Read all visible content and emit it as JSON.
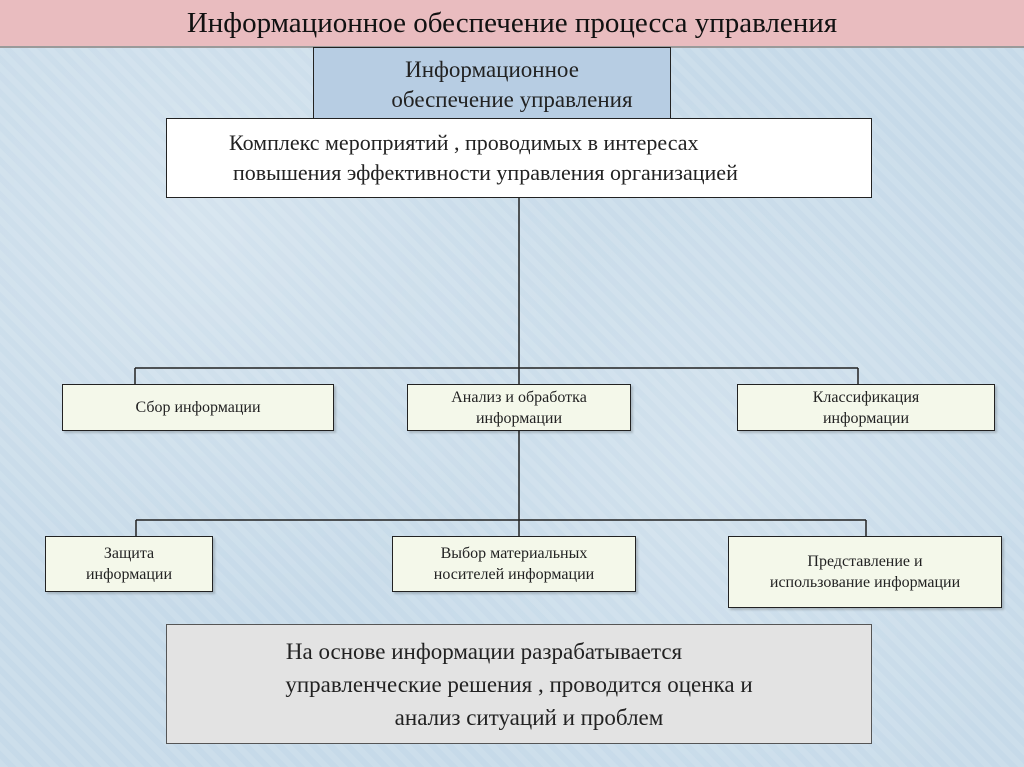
{
  "title": "Информационное обеспечение процесса управления",
  "header": {
    "line1": "Информационное",
    "line2": "обеспечение управления"
  },
  "complex": {
    "line1": "Комплекс мероприятий , проводимых в интересах",
    "line2": "повышения эффективности управления организацией"
  },
  "level1": {
    "sbor": "Сбор информации",
    "analiz": {
      "line1": "Анализ и обработка",
      "line2": "информации"
    },
    "klass": {
      "line1": "Классификация",
      "line2": "информации"
    }
  },
  "level2": {
    "zashita": {
      "line1": "Защита",
      "line2": "информации"
    },
    "vybor": {
      "line1": "Выбор материальных",
      "line2": "носителей информации"
    },
    "predst": {
      "line1": "Представление и",
      "line2": "использование  информации"
    }
  },
  "bottom": {
    "line1": "На основе информации разрабатывается",
    "line2": "управленческие решения , проводится оценка и",
    "line3": "анализ ситуаций и проблем"
  }
}
